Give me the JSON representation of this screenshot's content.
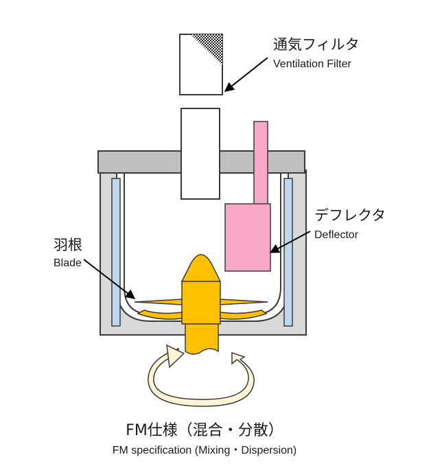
{
  "labels": {
    "filter": {
      "jp": "通気フィルタ",
      "en": "Ventilation Filter"
    },
    "deflector": {
      "jp": "デフレクタ",
      "en": "Deflector"
    },
    "blade": {
      "jp": "羽根",
      "en": "Blade"
    }
  },
  "caption": {
    "jp": "FM仕様（混合・分散）",
    "en": "FM specification (Mixing・Dispersion)"
  },
  "colors": {
    "outline": "#3a3a3a",
    "lid": "#bfbfbf",
    "vessel": "#d9d9d9",
    "jacket": "#bdd7ee",
    "deflector": "#f9a8c8",
    "blade": "#ffc000",
    "rotation_arrow": "#fdf5d6",
    "filter_hatch": "#222222"
  }
}
